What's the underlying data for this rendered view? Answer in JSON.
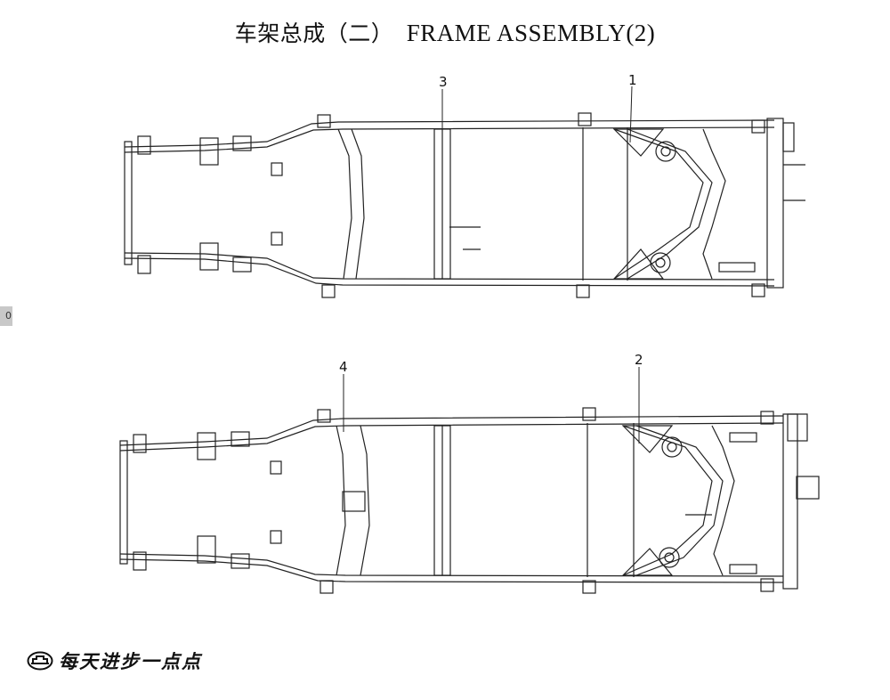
{
  "title": {
    "chinese": "车架总成（二）",
    "english": "FRAME ASSEMBLY(2)"
  },
  "side_marker": "0",
  "callouts": {
    "top": [
      {
        "label": "3"
      },
      {
        "label": "1"
      }
    ],
    "bottom": [
      {
        "label": "4"
      },
      {
        "label": "2"
      }
    ]
  },
  "footer": {
    "brand_icon": "great-wall-logo-icon",
    "slogan": "每天进步一点点"
  }
}
